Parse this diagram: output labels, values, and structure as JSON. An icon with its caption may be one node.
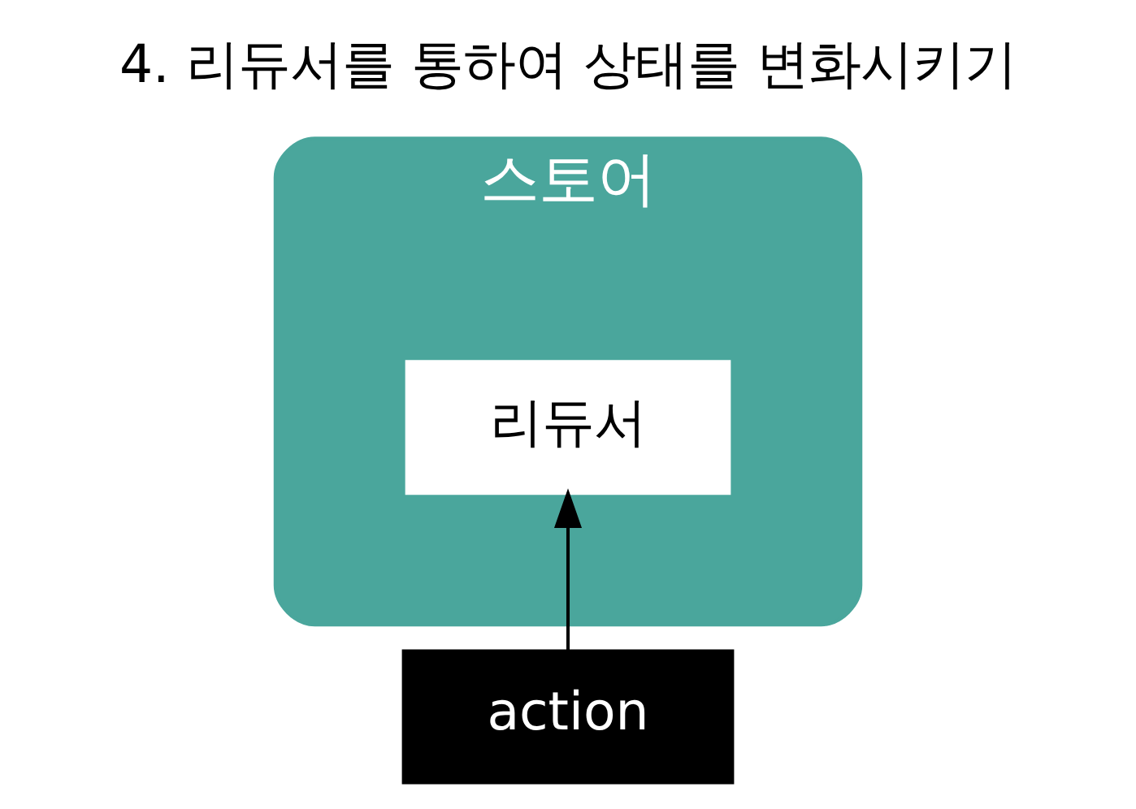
{
  "diagram": {
    "title": "4. 리듀서를 통하여 상태를 변화시키기",
    "nodes": [
      {
        "text": [
          "스토어"
        ]
      },
      {
        "text": [
          "리듀서"
        ],
        "in": 0
      },
      {
        "text": [
          "action"
        ]
      }
    ],
    "edges": [
      {
        "from": 2,
        "to": 1,
        "arrow": "to"
      }
    ]
  }
}
